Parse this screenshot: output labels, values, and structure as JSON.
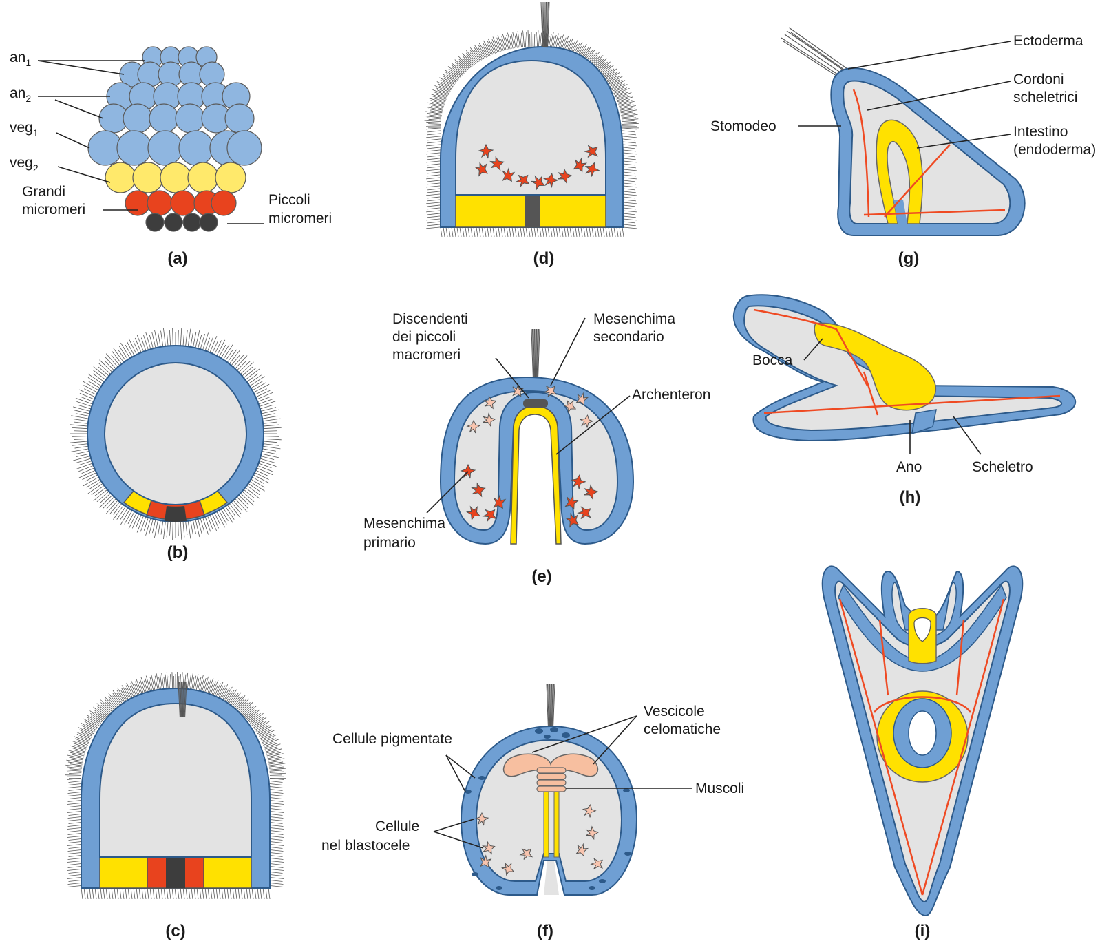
{
  "colors": {
    "ectoderm": "#6f9fd3",
    "ectoderm_cell": "#8fb6e0",
    "cavity": "#e3e3e3",
    "endoderm": "#ffe100",
    "veg2_cell": "#ffe96b",
    "micromere_large": "#e8431e",
    "micromere_small": "#3d3d3d",
    "mesenchyme_secondary": "#f8c4ae",
    "skeleton": "#ef4a23",
    "coelom": "#f7bfa0",
    "cilia": "#555555"
  },
  "panels": {
    "a": {
      "label": "(a)",
      "an1": "an",
      "an1_sub": "1",
      "an2": "an",
      "an2_sub": "2",
      "veg1": "veg",
      "veg1_sub": "1",
      "veg2": "veg",
      "veg2_sub": "2",
      "grandi_1": "Grandi",
      "grandi_2": "micromeri",
      "piccoli_1": "Piccoli",
      "piccoli_2": "micromeri"
    },
    "b": {
      "label": "(b)"
    },
    "c": {
      "label": "(c)"
    },
    "d": {
      "label": "(d)"
    },
    "e": {
      "label": "(e)",
      "discendenti_1": "Discendenti",
      "discendenti_2": "dei piccoli",
      "discendenti_3": "macromeri",
      "mes_sec_1": "Mesenchima",
      "mes_sec_2": "secondario",
      "archenteron": "Archenteron",
      "mes_prim_1": "Mesenchima",
      "mes_prim_2": "primario"
    },
    "f": {
      "label": "(f)",
      "pigment": "Cellule pigmentate",
      "vescicole_1": "Vescicole",
      "vescicole_2": "celomatiche",
      "muscoli": "Muscoli",
      "cellule_1": "Cellule",
      "cellule_2": "nel blastocele"
    },
    "g": {
      "label": "(g)",
      "ectoderma": "Ectoderma",
      "cordoni_1": "Cordoni",
      "cordoni_2": "scheletrici",
      "stomodeo": "Stomodeo",
      "intestino_1": "Intestino",
      "intestino_2": "(endoderma)"
    },
    "h": {
      "label": "(h)",
      "bocca": "Bocca",
      "ano": "Ano",
      "scheletro": "Scheletro"
    },
    "i": {
      "label": "(i)"
    }
  }
}
